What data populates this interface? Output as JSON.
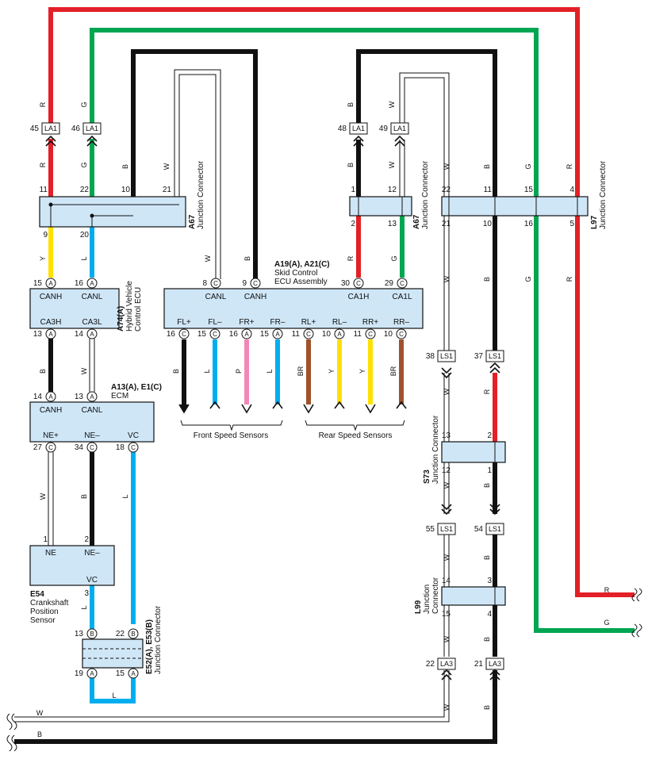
{
  "components": {
    "a74": {
      "id": "A74(A)",
      "name_line1": "Hybrid Vehicle",
      "name_line2": "Control ECU",
      "pins_top": [
        "CANH",
        "CANL"
      ],
      "pins_bottom": [
        "CA3H",
        "CA3L"
      ]
    },
    "a13": {
      "id": "A13(A), E1(C)",
      "name": "ECM",
      "pins_top": [
        "CANH",
        "CANL"
      ],
      "pins_bottom": [
        "NE+",
        "NE–",
        "VC"
      ]
    },
    "e54": {
      "id": "E54",
      "name_line1": "Crankshaft",
      "name_line2": "Position",
      "name_line3": "Sensor",
      "pins": [
        "NE",
        "NE–",
        "VC"
      ]
    },
    "a19": {
      "id": "A19(A), A21(C)",
      "name_line1": "Skid Control",
      "name_line2": "ECU Assembly",
      "pins_top": [
        "CANL",
        "CANH",
        "CA1H",
        "CA1L"
      ],
      "pins_bottom": [
        "FL+",
        "FL–",
        "FR+",
        "FR–",
        "RL+",
        "RL–",
        "RR+",
        "RR–"
      ]
    },
    "a67_left": {
      "id": "A67",
      "name": "Junction Connector"
    },
    "a67_right": {
      "id": "A67",
      "name": "Junction Connector"
    },
    "l97": {
      "id": "L97",
      "name": "Junction Connector"
    },
    "s73": {
      "id": "S73",
      "name": "Junction Connector"
    },
    "l99": {
      "id": "L99",
      "name_line1": "Junction",
      "name_line2": "Connector"
    },
    "e52": {
      "id": "E52(A), E53(B)",
      "name": "Junction Connector"
    }
  },
  "labels": {
    "front_speed_sensors": "Front Speed Sensors",
    "rear_speed_sensors": "Rear Speed Sensors"
  },
  "connectors": {
    "la1_45": {
      "tag": "LA1",
      "num": "45"
    },
    "la1_46": {
      "tag": "LA1",
      "num": "46"
    },
    "la1_48": {
      "tag": "LA1",
      "num": "48"
    },
    "la1_49": {
      "tag": "LA1",
      "num": "49"
    },
    "ls1_38": {
      "tag": "LS1",
      "num": "38"
    },
    "ls1_37": {
      "tag": "LS1",
      "num": "37"
    },
    "ls1_55": {
      "tag": "LS1",
      "num": "55"
    },
    "ls1_54": {
      "tag": "LS1",
      "num": "54"
    },
    "la3_22": {
      "tag": "LA3",
      "num": "22"
    },
    "la3_21": {
      "tag": "LA3",
      "num": "21"
    }
  },
  "pins": {
    "a67l_11": "11",
    "a67l_22": "22",
    "a67l_10": "10",
    "a67l_21": "21",
    "a67l_9": "9",
    "a67l_20": "20",
    "a74_15": "15",
    "a74_16": "16",
    "a74_13": "13",
    "a74_14": "14",
    "a13_14": "14",
    "a13_13": "13",
    "a13_27": "27",
    "a13_34": "34",
    "a13_18": "18",
    "e54_1": "1",
    "e54_2": "2",
    "e54_3": "3",
    "e52_13": "13",
    "e52_22": "22",
    "e52_19": "19",
    "e52_15": "15",
    "a19_8": "8",
    "a19_9": "9",
    "a19_30": "30",
    "a19_29": "29",
    "a19_16": "16",
    "a19_15a": "15",
    "a19_16b": "16",
    "a19_15b": "15",
    "a19_11a": "11",
    "a19_10a": "10",
    "a19_11b": "11",
    "a19_10b": "10",
    "a67r_1": "1",
    "a67r_12": "12",
    "a67r_2": "2",
    "a67r_13": "13",
    "l97_22": "22",
    "l97_11": "11",
    "l97_15": "15",
    "l97_4": "4",
    "l97_21": "21",
    "l97_10": "10",
    "l97_16": "16",
    "l97_5": "5",
    "s73_13": "13",
    "s73_2": "2",
    "s73_12": "12",
    "s73_1": "1",
    "l99_14": "14",
    "l99_3": "3",
    "l99_15": "15",
    "l99_4": "4"
  },
  "circle_letters": {
    "A": "A",
    "B": "B",
    "C": "C"
  },
  "wire_colors": {
    "R": "R",
    "G": "G",
    "B": "B",
    "W": "W",
    "Y": "Y",
    "L": "L",
    "P": "P",
    "BR": "BR"
  },
  "colors": {
    "red": "#e32027",
    "green": "#00a651",
    "black": "#111111",
    "yellow": "#ffe000",
    "blue": "#00aeef",
    "pink": "#f287b7",
    "brown": "#a0522d",
    "white_wire": "#888888",
    "box": "#cfe6f7"
  }
}
